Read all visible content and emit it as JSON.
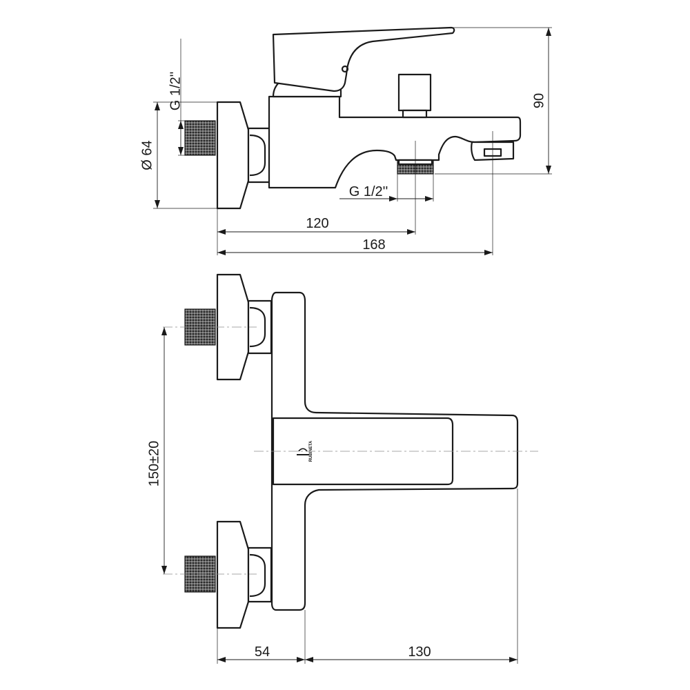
{
  "side_view": {
    "dimensions": {
      "inlet_thread": "G 1/2''",
      "outlet_thread": "G 1/2''",
      "flange_diameter": "Ø 64",
      "height": "90",
      "outlet_offset": "120",
      "total_depth": "168"
    }
  },
  "front_view": {
    "dimensions": {
      "inlet_spacing": "150±20",
      "wall_to_body": "54",
      "spout_projection": "130"
    },
    "brand_mark": "RUBINETA"
  }
}
